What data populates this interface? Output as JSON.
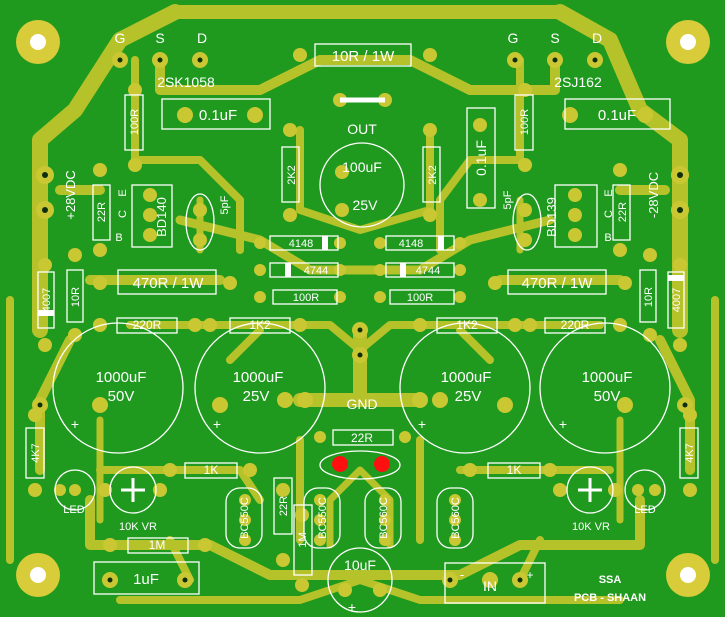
{
  "board": {
    "colors": {
      "substrate": "#1f9a1f",
      "copper": "#b6c22a",
      "silk": "#ffffff",
      "pad": "#d8cc3a",
      "hole": "#0f2f0f",
      "red": "#ff1010"
    },
    "credit": {
      "line1": "SSA",
      "line2": "PCB - SHAAN"
    },
    "terminals": {
      "out": "OUT",
      "gnd": "GND",
      "in": "IN",
      "in_minus": "-",
      "in_plus": "+",
      "pos_supply": "+28VDC",
      "neg_supply": "-28VDC"
    },
    "transistor_pins": {
      "g": "G",
      "s": "S",
      "d": "D",
      "b": "B",
      "c": "C",
      "e": "E"
    },
    "mosfets": {
      "left": "2SK1058",
      "right": "2SJ162"
    },
    "components": {
      "r_top": "10R / 1W",
      "r_gate": "100R",
      "c_01": "0.1uF",
      "c_out": "100uF",
      "c_out_v": "25V",
      "r_2k2": "2K2",
      "driver_left": "BD140",
      "driver_right": "BD139",
      "cap_5pf": "5pF",
      "r_22r": "22R",
      "diode_4148": "4148",
      "zener_4744": "4744",
      "r_100r": "100R",
      "r_470": "470R / 1W",
      "diode_4007": "4007",
      "r_10r": "10R",
      "r_220r": "220R",
      "r_1k2": "1K2",
      "c_1000": "1000uF",
      "v_50": "50V",
      "v_25": "25V",
      "r_22r_gnd": "22R",
      "r_4k7": "4K7",
      "led": "LED",
      "r_1k": "1K",
      "vr_10k": "10K VR",
      "q_bc550": "BC550C",
      "q_bc560": "BC560C",
      "r_1m": "1M",
      "c_1uf": "1uF",
      "c_10uf": "10uF"
    }
  }
}
